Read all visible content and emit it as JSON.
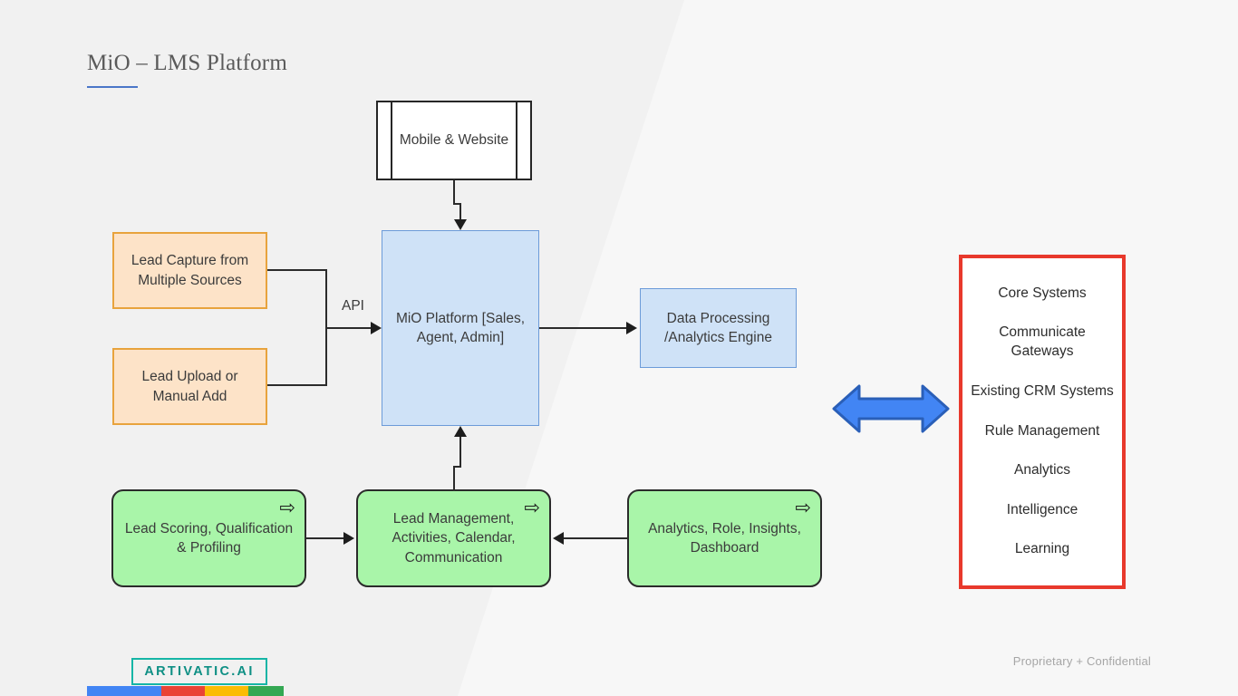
{
  "slide": {
    "title": "MiO – LMS Platform",
    "confidential_note": "Proprietary + Confidential",
    "accent_rule_color": "#4a76c8",
    "background_left": "#f1f1f1",
    "background_right": "#f7f7f7"
  },
  "diagram": {
    "nodes": {
      "mobile_website": {
        "label": "Mobile & Website",
        "fill": "#ffffff",
        "stroke": "#262626",
        "shape": "predefined-process"
      },
      "lead_capture": {
        "label": "Lead Capture from Multiple Sources",
        "fill": "#fde3c8",
        "stroke": "#e8a33d",
        "shape": "rectangle"
      },
      "lead_upload": {
        "label": "Lead Upload or Manual Add",
        "fill": "#fde3c8",
        "stroke": "#e8a33d",
        "shape": "rectangle"
      },
      "mio_platform": {
        "label": "MiO Platform [Sales, Agent, Admin]",
        "fill": "#cfe2f7",
        "stroke": "#6c9bd9",
        "shape": "rectangle"
      },
      "data_processing": {
        "label": "Data Processing /Analytics Engine",
        "fill": "#cfe2f7",
        "stroke": "#6c9bd9",
        "shape": "rectangle"
      },
      "lead_scoring": {
        "label": "Lead Scoring, Qualification & Profiling",
        "fill": "#a9f5a9",
        "stroke": "#2b2b2b",
        "shape": "rounded-rectangle",
        "corner_icon": "⇨"
      },
      "lead_management": {
        "label": "Lead Management, Activities, Calendar, Communication",
        "fill": "#a9f5a9",
        "stroke": "#2b2b2b",
        "shape": "rounded-rectangle",
        "corner_icon": "⇨"
      },
      "analytics_role": {
        "label": "Analytics, Role, Insights, Dashboard",
        "fill": "#a9f5a9",
        "stroke": "#2b2b2b",
        "shape": "rounded-rectangle",
        "corner_icon": "⇨"
      }
    },
    "edge_labels": {
      "api": "API"
    },
    "double_arrow": {
      "fill": "#4285f4",
      "stroke": "#2a5fb8",
      "direction": "bidirectional"
    }
  },
  "integration_panel": {
    "border_color": "#e8392c",
    "items": [
      "Core Systems",
      "Communicate Gateways",
      "Existing CRM Systems",
      "Rule Management",
      "Analytics",
      "Intelligence",
      "Learning"
    ]
  },
  "footer": {
    "logo_text": "ARTIVATIC.AI",
    "logo_color": "#0e8f84",
    "logo_border_color": "#15b5a6",
    "color_bar": [
      {
        "name": "blue",
        "color": "#4285f4",
        "width": 38
      },
      {
        "name": "red",
        "color": "#ea4335",
        "width": 22
      },
      {
        "name": "yellow",
        "color": "#fbbc04",
        "width": 22
      },
      {
        "name": "green",
        "color": "#34a853",
        "width": 18
      }
    ]
  }
}
